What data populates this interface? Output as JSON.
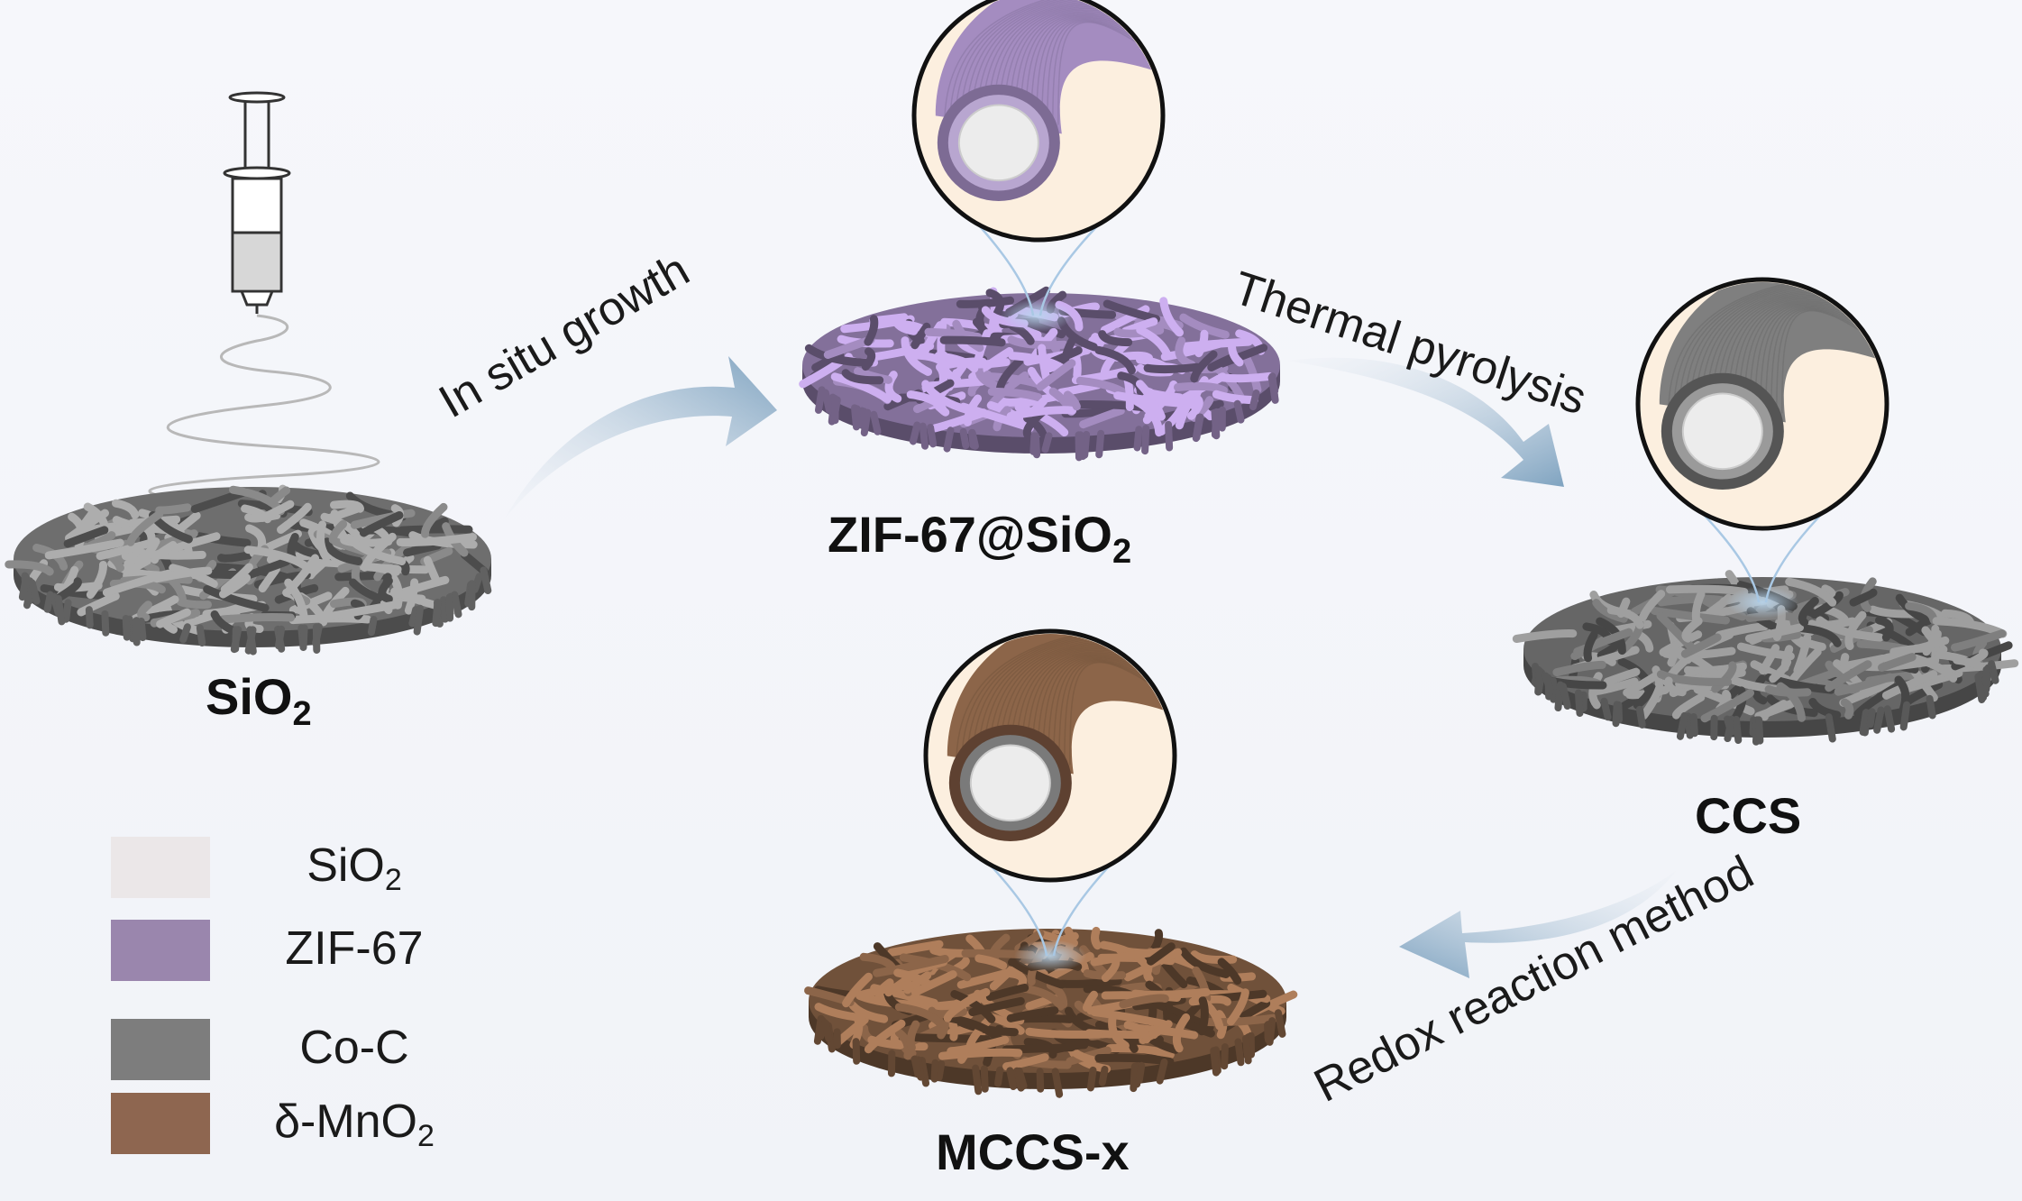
{
  "materials": {
    "sio2": {
      "label": "SiO",
      "sub": "2"
    },
    "zif": {
      "label": "ZIF-67@SiO",
      "sub": "2"
    },
    "ccs": {
      "label": "CCS"
    },
    "mccs": {
      "label": "MCCS-x"
    }
  },
  "steps": {
    "growth": "In situ growth",
    "pyrolysis": "Thermal pyrolysis",
    "redox": "Redox reaction method"
  },
  "legend": [
    {
      "label": "SiO",
      "sub": "2",
      "color": "#ebe7e8"
    },
    {
      "label": "ZIF-67",
      "sub": "",
      "color": "#9a86ad"
    },
    {
      "label": "Co-C",
      "sub": "",
      "color": "#7d7d7d"
    },
    {
      "label": "δ-MnO",
      "sub": "2",
      "color": "#8e6650"
    }
  ],
  "colors": {
    "sio2_mat": "#8a8a8a",
    "zif_mat": "#a48cc0",
    "ccs_mat": "#7f7f7f",
    "mccs_mat": "#8c6549",
    "arrow": "#8fb0c9",
    "zoom_bg": "#fcefdf"
  }
}
